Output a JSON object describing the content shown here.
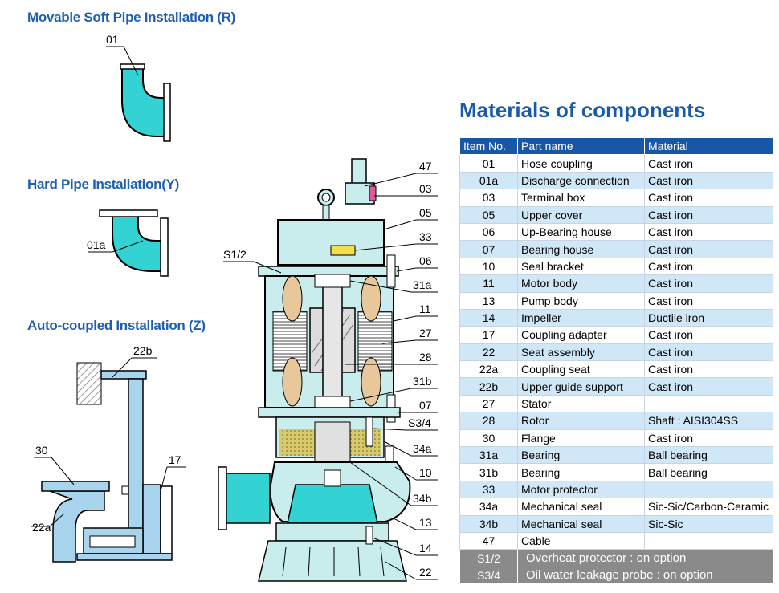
{
  "sections": {
    "movable": "Movable Soft Pipe Installation (R)",
    "hard": "Hard Pipe  Installation(Y)",
    "auto": "Auto-coupled Installation (Z)"
  },
  "materials_title": "Materials of components",
  "table": {
    "headers": [
      "Item No.",
      "Part name",
      "Material"
    ],
    "rows": [
      {
        "no": "01",
        "part": "Hose coupling",
        "material": "Cast iron"
      },
      {
        "no": "01a",
        "part": "Discharge connection",
        "material": "Cast iron"
      },
      {
        "no": "03",
        "part": "Terminal box",
        "material": "Cast iron"
      },
      {
        "no": "05",
        "part": "Upper cover",
        "material": "Cast iron"
      },
      {
        "no": "06",
        "part": "Up-Bearing house",
        "material": "Cast iron"
      },
      {
        "no": "07",
        "part": "Bearing house",
        "material": "Cast iron"
      },
      {
        "no": "10",
        "part": "Seal bracket",
        "material": "Cast iron"
      },
      {
        "no": "11",
        "part": "Motor body",
        "material": "Cast iron"
      },
      {
        "no": "13",
        "part": "Pump body",
        "material": "Cast iron"
      },
      {
        "no": "14",
        "part": "Impeller",
        "material": "Ductile iron"
      },
      {
        "no": "17",
        "part": "Coupling adapter",
        "material": "Cast iron"
      },
      {
        "no": "22",
        "part": "Seat assembly",
        "material": "Cast iron"
      },
      {
        "no": "22a",
        "part": "Coupling seat",
        "material": "Cast iron"
      },
      {
        "no": "22b",
        "part": "Upper guide support",
        "material": "Cast iron"
      },
      {
        "no": "27",
        "part": "Stator",
        "material": ""
      },
      {
        "no": "28",
        "part": "Rotor",
        "material": "Shaft : AISI304SS"
      },
      {
        "no": "30",
        "part": "Flange",
        "material": "Cast iron"
      },
      {
        "no": "31a",
        "part": "Bearing",
        "material": "Ball bearing"
      },
      {
        "no": "31b",
        "part": "Bearing",
        "material": "Ball bearing"
      },
      {
        "no": "33",
        "part": "Motor protector",
        "material": ""
      },
      {
        "no": "34a",
        "part": "Mechanical seal",
        "material": "Sic-Sic/Carbon-Ceramic"
      },
      {
        "no": "34b",
        "part": "Mechanical seal",
        "material": "Sic-Sic"
      },
      {
        "no": "47",
        "part": "Cable",
        "material": ""
      }
    ],
    "options": [
      {
        "no": "S1/2",
        "text": "Overheat protector : on option"
      },
      {
        "no": "S3/4",
        "text": "Oil water leakage probe : on option"
      }
    ]
  },
  "callouts": {
    "c01": "01",
    "c01a": "01a",
    "c22b": "22b",
    "c30": "30",
    "c17": "17",
    "c22a": "22a",
    "c47": "47",
    "c03": "03",
    "c05": "05",
    "c33": "33",
    "c06": "06",
    "c31a": "31a",
    "c11": "11",
    "c27": "27",
    "c28": "28",
    "c31b": "31b",
    "c07": "07",
    "cS34": "S3/4",
    "c34a": "34a",
    "c10": "10",
    "c34b": "34b",
    "c13": "13",
    "c14": "14",
    "c22": "22",
    "cS12": "S1/2"
  },
  "colors": {
    "title_blue": "#1f5fb0",
    "header_blue": "#1a56a6",
    "row_blue": "#cfe7f7",
    "option_gray": "#8a8a8a",
    "pipe_cyan": "#33d3d3",
    "pump_body": "#c9ecec",
    "auto_pipe": "#a9d4ee",
    "bearing_tan": "#e8c89a",
    "oil": "#c8b65a"
  }
}
